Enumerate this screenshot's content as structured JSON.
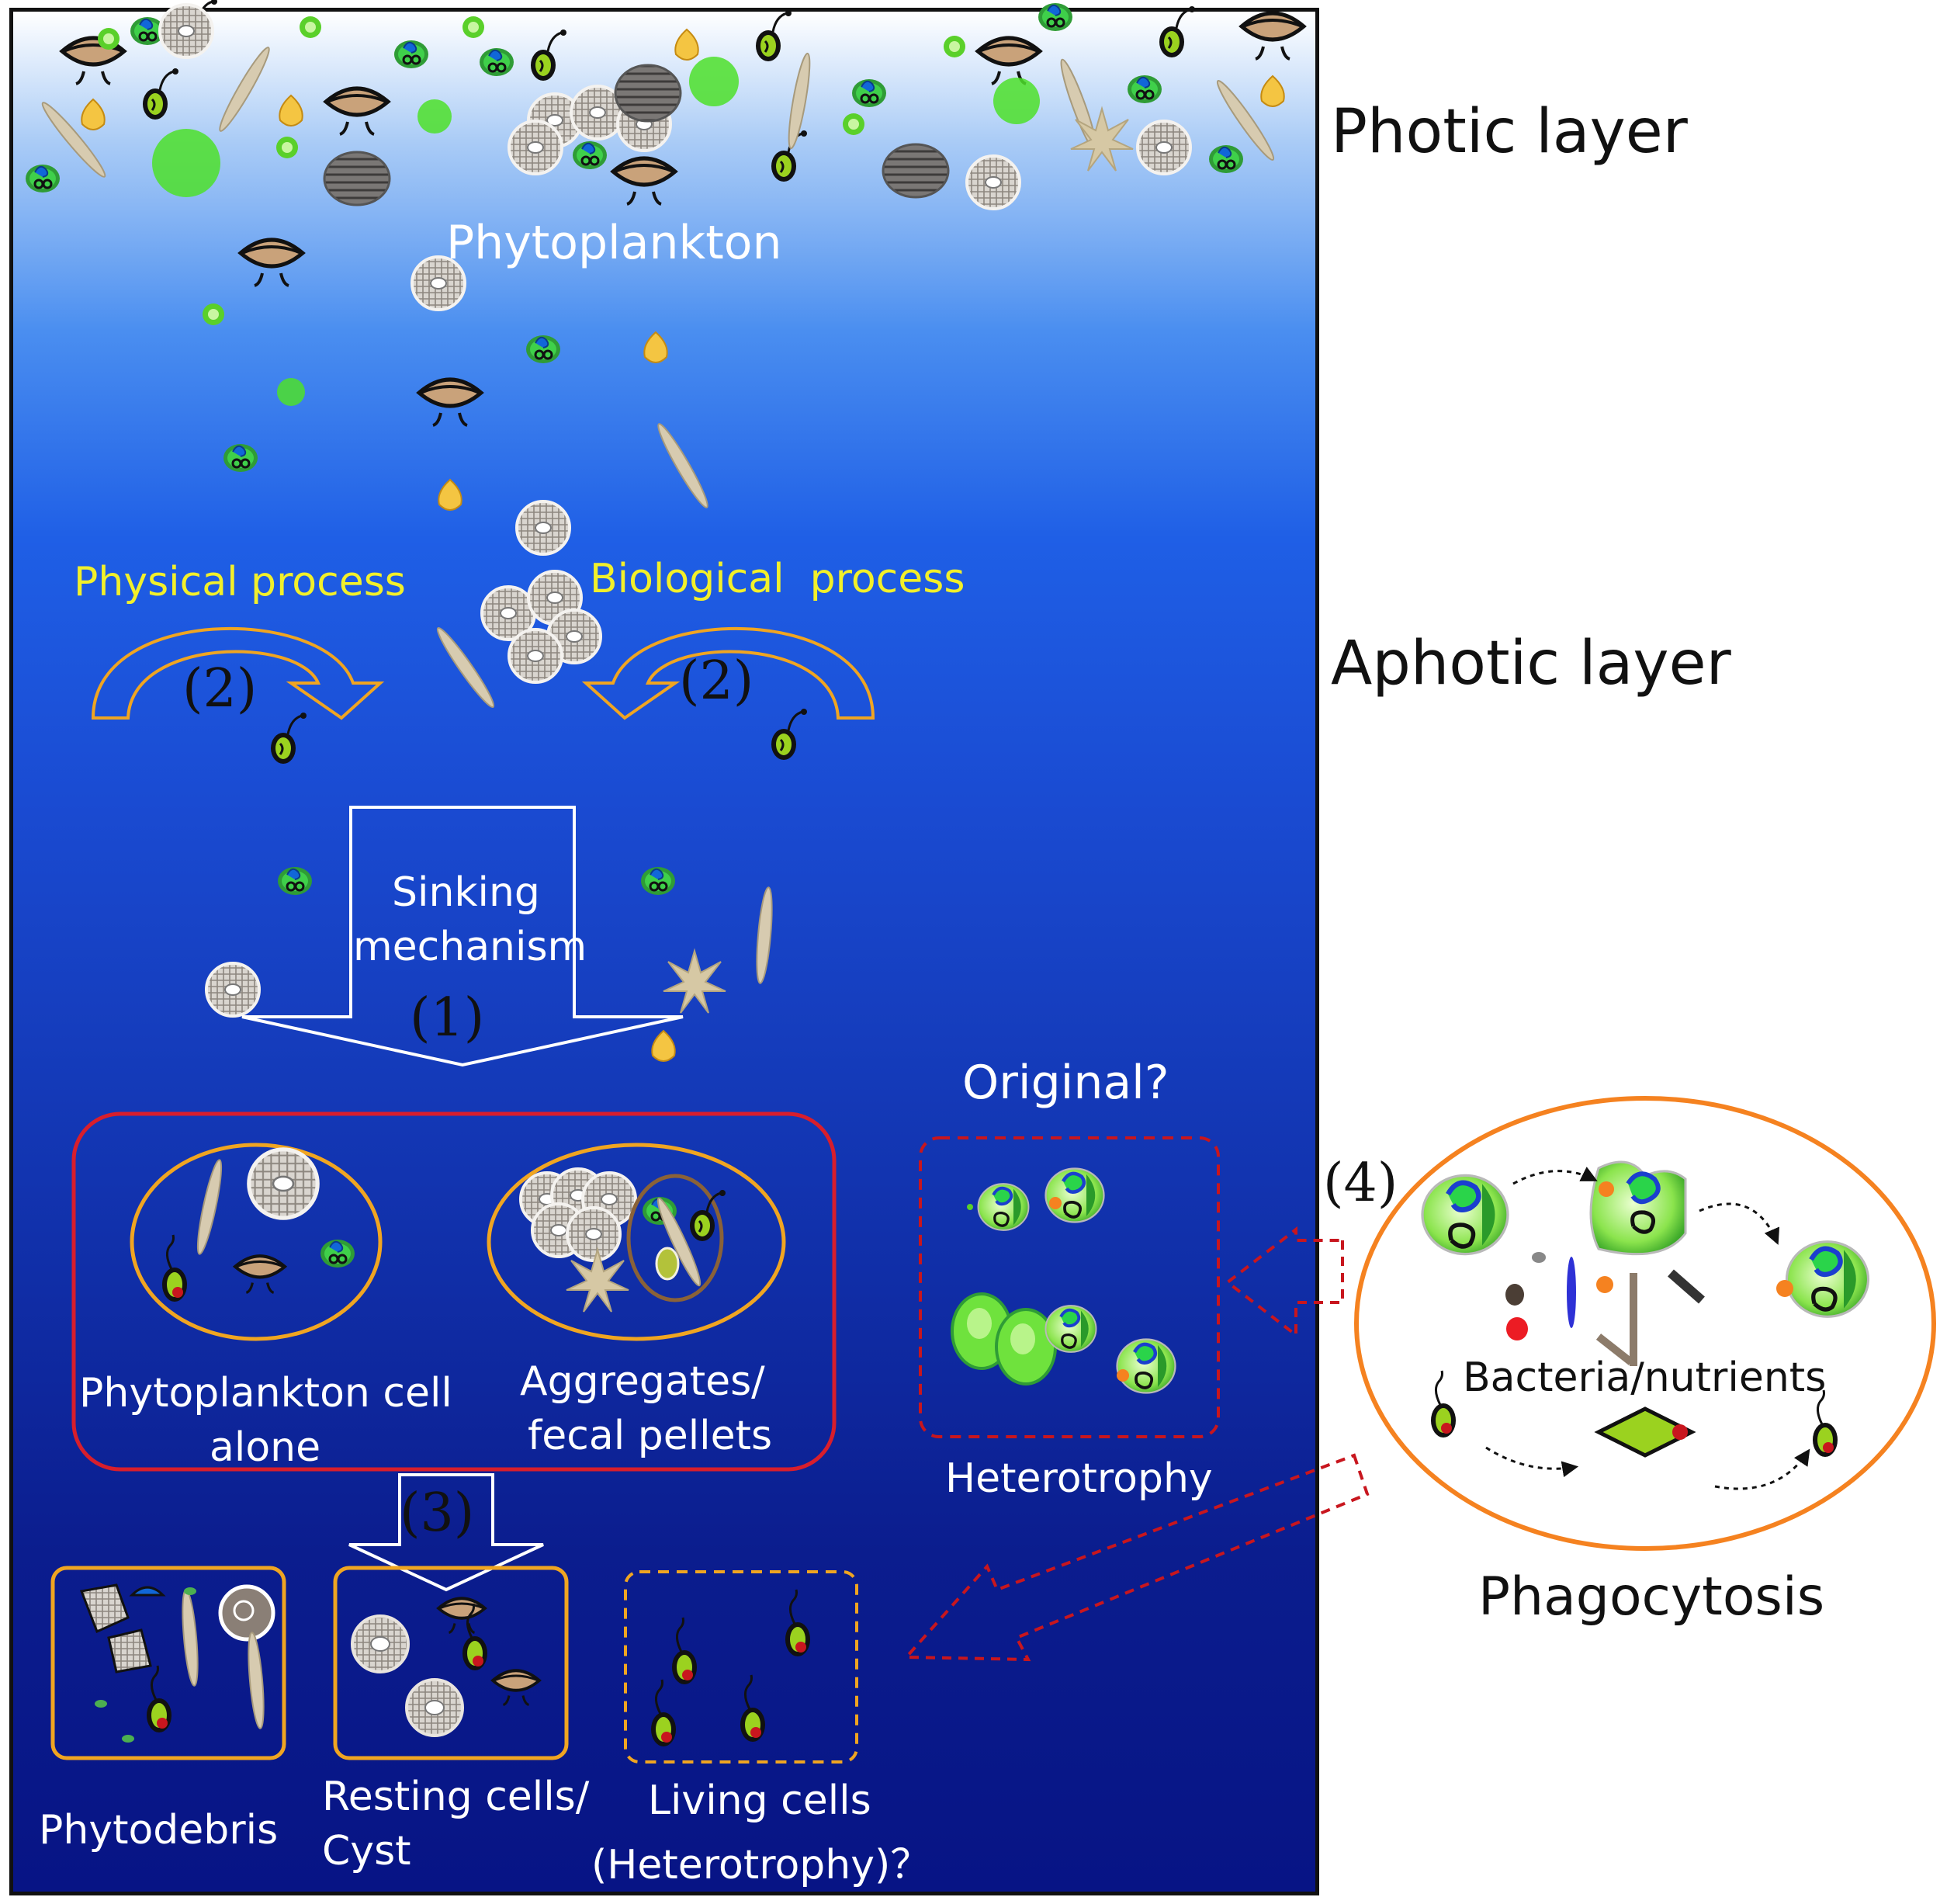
{
  "layers": {
    "photic": "Photic layer",
    "aphotic": "Aphotic layer"
  },
  "labels": {
    "phytoplankton": "Phytoplankton",
    "physical_process": "Physical process",
    "biological_process": "Biological  process",
    "sinking_line1": "Sinking",
    "sinking_line2": "mechanism",
    "cell_alone_line1": "Phytoplankton cell",
    "cell_alone_line2": "alone",
    "aggregates_line1": "Aggregates/",
    "aggregates_line2": "fecal pellets",
    "original": "Original?",
    "heterotrophy": "Heterotrophy",
    "phytodebris": "Phytodebris",
    "resting_line1": "Resting cells/",
    "resting_line2": "Cyst",
    "living_line1": "Living cells",
    "living_line2": "(Heterotrophy)？",
    "bacteria": "Bacteria/nutrients",
    "phagocytosis": "Phagocytosis"
  },
  "steps": {
    "one": "(1)",
    "two_left": "(2)",
    "two_right": "(2)",
    "three": "(3)",
    "four": "(4)"
  },
  "colors": {
    "process_text": "#f2f02a",
    "arrow_orange": "#f0a521",
    "group_box_red": "#d81e2c",
    "dashed_red": "#c8161e",
    "phagocytosis_ring": "#f58220"
  }
}
